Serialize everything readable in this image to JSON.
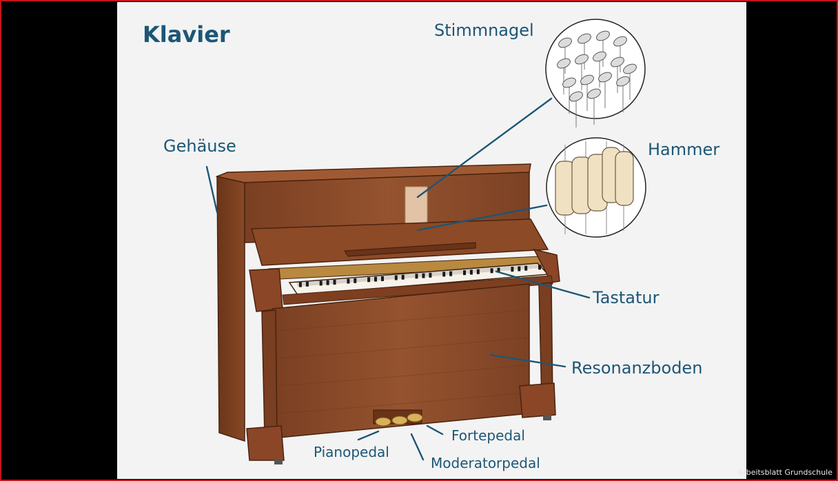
{
  "diagram": {
    "title": "Klavier",
    "labels": {
      "stimmnagel": "Stimmnagel",
      "gehaeuse": "Gehäuse",
      "hammer": "Hammer",
      "tastatur": "Tastatur",
      "resonanzboden": "Resonanzboden",
      "fortepedal": "Fortepedal",
      "pianopedal": "Pianopedal",
      "moderatorpedal": "Moderatorpedal"
    },
    "watermark": "Arbeitsblatt Grundschule"
  },
  "colors": {
    "label": "#1d5676",
    "wood": "#8a4a2a",
    "wood_dark": "#5e2f17",
    "background": "#f3f3f3",
    "frame": "#c4131b"
  }
}
